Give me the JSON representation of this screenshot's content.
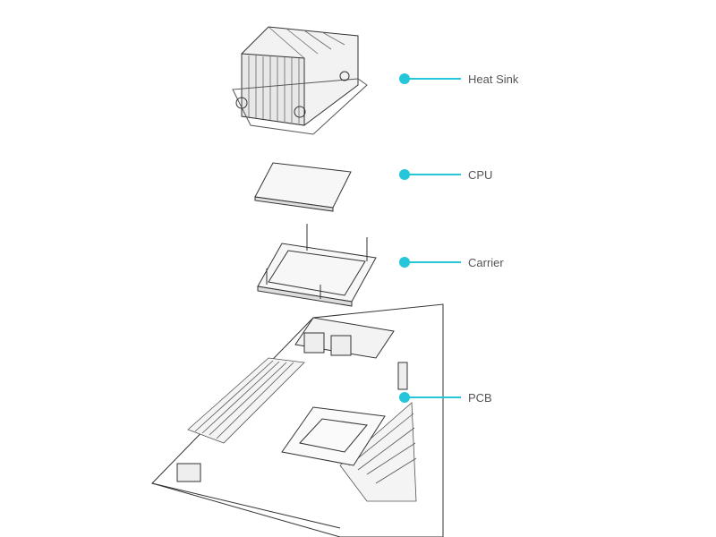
{
  "accent_color": "#26c6da",
  "callouts": [
    {
      "label": "Heat Sink"
    },
    {
      "label": "CPU"
    },
    {
      "label": "Carrier"
    },
    {
      "label": "PCB"
    }
  ]
}
